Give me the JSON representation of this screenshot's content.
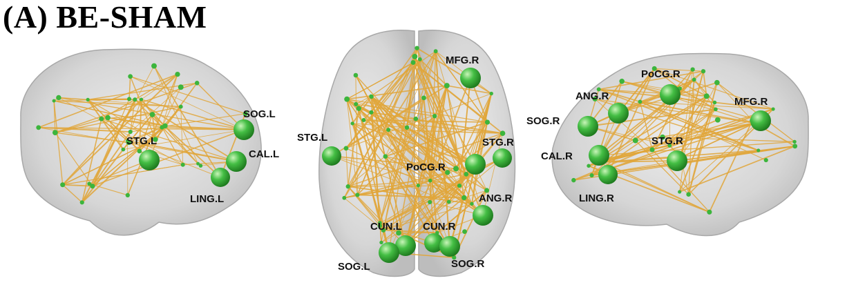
{
  "panel_title": "(A) BE-SHAM",
  "colors": {
    "brain_fill": "#d9d9d9",
    "brain_stroke": "#a8a8a8",
    "edge": "#e0a63a",
    "node": "#3cb53c",
    "node_highlight": "#b8f0a8",
    "node_dark": "#1f7a1f"
  },
  "views": {
    "left_lateral": {
      "labels": {
        "sog_l": "SOG.L",
        "stg_l": "STG.L",
        "cal_l": "CAL.L",
        "ling_l": "LING.L"
      }
    },
    "axial": {
      "labels": {
        "mfg_r": "MFG.R",
        "stg_l": "STG.L",
        "stg_r": "STG.R",
        "pocg_r": "PoCG.R",
        "ang_r": "ANG.R",
        "cun_l": "CUN.L",
        "cun_r": "CUN.R",
        "sog_l": "SOG.L",
        "sog_r": "SOG.R"
      }
    },
    "right_lateral": {
      "labels": {
        "pocg_r": "PoCG.R",
        "ang_r": "ANG.R",
        "mfg_r": "MFG.R",
        "sog_r": "SOG.R",
        "stg_r": "STG.R",
        "cal_r": "CAL.R",
        "ling_r": "LING.R"
      }
    }
  }
}
